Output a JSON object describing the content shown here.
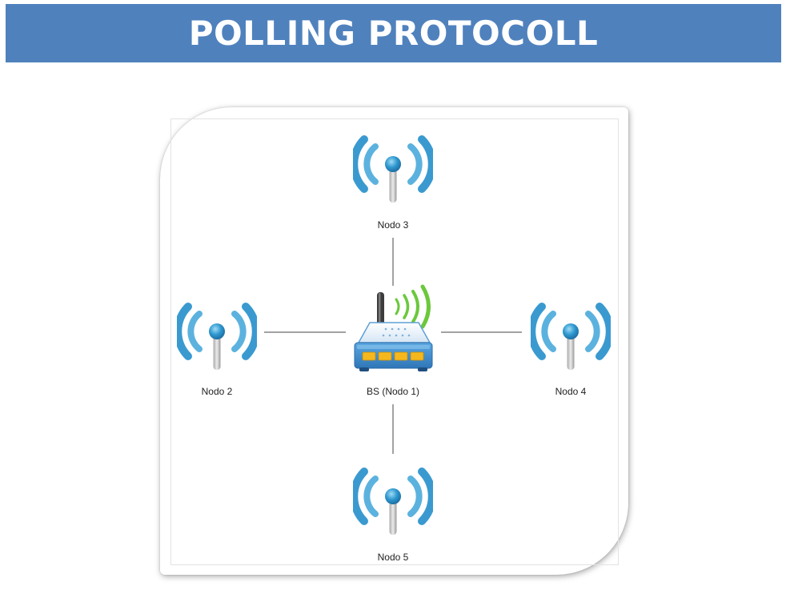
{
  "title": "POLLING PROTOCOLL",
  "colors": {
    "title_bar": "#4f81bd",
    "title_text": "#ffffff",
    "antenna_waves": "#3fa0d0",
    "router_waves": "#6cc83b",
    "router_ports": "#f4b81e",
    "link_lines": "#444444"
  },
  "nodes": [
    {
      "id": "bs",
      "label": "BS (Nodo 1)",
      "icon": "router-icon"
    },
    {
      "id": "n2",
      "label": "Nodo 2",
      "icon": "wireless-antenna-icon"
    },
    {
      "id": "n3",
      "label": "Nodo 3",
      "icon": "wireless-antenna-icon"
    },
    {
      "id": "n4",
      "label": "Nodo 4",
      "icon": "wireless-antenna-icon"
    },
    {
      "id": "n5",
      "label": "Nodo 5",
      "icon": "wireless-antenna-icon"
    }
  ],
  "links": [
    {
      "from": "bs",
      "to": "n2"
    },
    {
      "from": "bs",
      "to": "n3"
    },
    {
      "from": "bs",
      "to": "n4"
    },
    {
      "from": "bs",
      "to": "n5"
    }
  ]
}
